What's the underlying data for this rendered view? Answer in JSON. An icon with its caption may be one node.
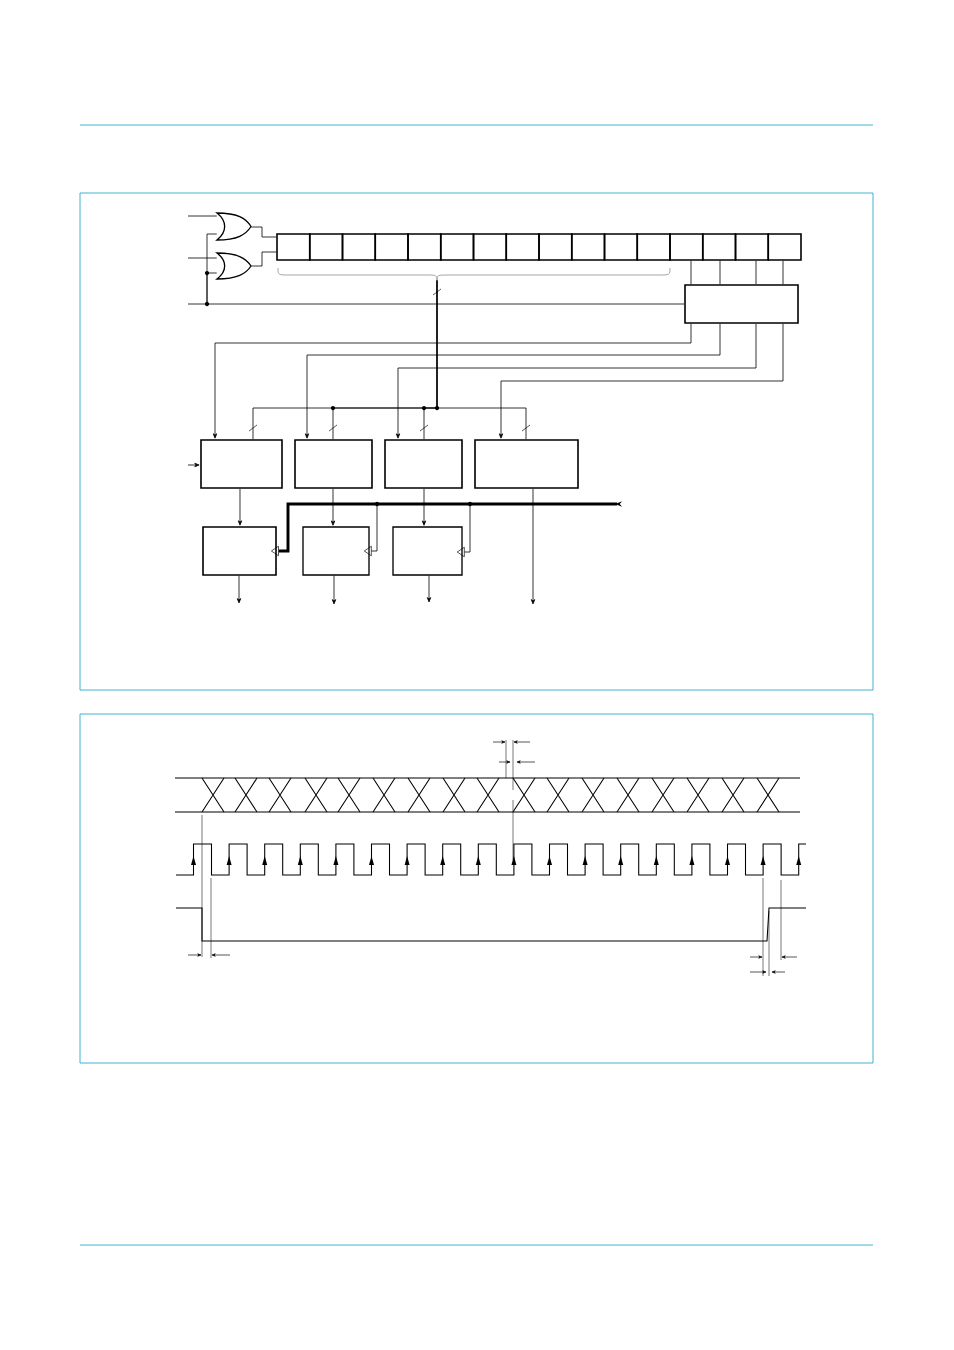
{
  "diagram": {
    "nodes": [
      {
        "text": [],
        "shape": "gate"
      },
      {
        "text": [],
        "shape": "gate"
      },
      {
        "text": [],
        "shape": "box"
      },
      {
        "text": [],
        "shape": "box"
      },
      {
        "text": [],
        "shape": "box"
      },
      {
        "text": [],
        "shape": "box"
      },
      {
        "text": [],
        "shape": "box"
      },
      {
        "text": [],
        "shape": "box"
      },
      {
        "text": [],
        "shape": "box"
      },
      {
        "text": [],
        "shape": "box"
      },
      {
        "text": [],
        "shape": "box"
      },
      {
        "text": [],
        "shape": "box"
      },
      {
        "text": [],
        "shape": "box"
      },
      {
        "text": [],
        "shape": "box"
      },
      {
        "text": [],
        "shape": "box"
      },
      {
        "text": [],
        "shape": "box"
      },
      {
        "text": [],
        "shape": "box"
      },
      {
        "text": [],
        "shape": "box"
      },
      {
        "text": [],
        "shape": "box"
      },
      {
        "text": [],
        "shape": "box"
      },
      {
        "text": [],
        "shape": "box"
      },
      {
        "text": [],
        "shape": "box"
      },
      {
        "text": [],
        "shape": "box"
      },
      {
        "text": [],
        "shape": "box"
      },
      {
        "text": [],
        "shape": "box"
      },
      {
        "text": [],
        "shape": "box"
      }
    ],
    "edges": [
      {
        "from": null,
        "to": 0,
        "arrow": "none"
      },
      {
        "from": null,
        "to": 1,
        "arrow": "none"
      },
      {
        "from": null,
        "to": 18,
        "arrow": "none"
      },
      {
        "from": null,
        "to": 0,
        "arrow": "none"
      },
      {
        "from": null,
        "to": 1,
        "arrow": "none"
      },
      {
        "from": 0,
        "to": 2,
        "arrow": "none"
      },
      {
        "from": 1,
        "to": 2,
        "arrow": "none"
      },
      {
        "from": 14,
        "to": 18,
        "arrow": "none"
      },
      {
        "from": 15,
        "to": 18,
        "arrow": "none"
      },
      {
        "from": 16,
        "to": 18,
        "arrow": "none"
      },
      {
        "from": 17,
        "to": 18,
        "arrow": "none"
      },
      {
        "from": 18,
        "to": 19,
        "arrow": "to"
      },
      {
        "from": 18,
        "to": 20,
        "arrow": "to"
      },
      {
        "from": 18,
        "to": 21,
        "arrow": "to"
      },
      {
        "from": 18,
        "to": 22,
        "arrow": "to"
      },
      {
        "from": null,
        "to": 19,
        "arrow": "none"
      },
      {
        "from": null,
        "to": 20,
        "arrow": "none"
      },
      {
        "from": null,
        "to": 21,
        "arrow": "none"
      },
      {
        "from": null,
        "to": 22,
        "arrow": "none"
      },
      {
        "from": null,
        "to": 19,
        "arrow": "to"
      },
      {
        "from": 19,
        "to": 23,
        "arrow": "to"
      },
      {
        "from": 20,
        "to": 24,
        "arrow": "to"
      },
      {
        "from": 21,
        "to": 25,
        "arrow": "to"
      },
      {
        "from": 22,
        "to": null,
        "arrow": "to"
      },
      {
        "from": 23,
        "to": null,
        "arrow": "to"
      },
      {
        "from": 24,
        "to": null,
        "arrow": "to"
      },
      {
        "from": 25,
        "to": null,
        "arrow": "to"
      },
      {
        "from": null,
        "to": 23,
        "arrow": "to",
        "style": "thick"
      },
      {
        "from": null,
        "to": 24,
        "arrow": "to"
      },
      {
        "from": null,
        "to": 25,
        "arrow": "to"
      }
    ]
  }
}
